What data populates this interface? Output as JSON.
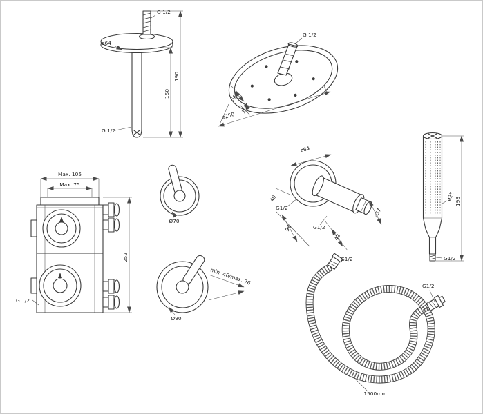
{
  "diagram": {
    "arm": {
      "g_top": "G 1/2",
      "dia": "ø64",
      "len_inner": "150",
      "len_outer": "190",
      "g_bottom": "G 1/2"
    },
    "head": {
      "g": "G 1/2",
      "h1": "56",
      "h2": "14",
      "dia": "ø250"
    },
    "valve": {
      "max_a": "Max. 105",
      "max_b": "Max. 75",
      "height": "252",
      "g": "G 1/2"
    },
    "trim_small": {
      "dia": "Ø70"
    },
    "trim_large": {
      "dia": "Ø90",
      "depth": "min. 46/max. 76"
    },
    "outlet": {
      "dia": "ø64",
      "d40": "40",
      "g_wall": "G1/2",
      "d98": "98",
      "g_out": "G1/2",
      "d42": "42",
      "dia_nipple": "ø37"
    },
    "wand": {
      "dia": "ø25",
      "len": "198",
      "g": "G1/2"
    },
    "hose": {
      "g_top": "G1/2",
      "g_end": "G1/2",
      "length": "1500mm"
    }
  }
}
